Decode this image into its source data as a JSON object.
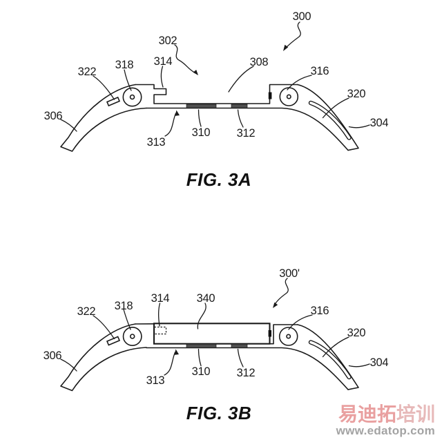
{
  "figures": [
    {
      "caption": "FIG. 3A",
      "labels": [
        {
          "text": "300"
        },
        {
          "text": "302"
        },
        {
          "text": "308"
        },
        {
          "text": "314"
        },
        {
          "text": "318"
        },
        {
          "text": "322"
        },
        {
          "text": "316"
        },
        {
          "text": "320"
        },
        {
          "text": "304"
        },
        {
          "text": "306"
        },
        {
          "text": "313"
        },
        {
          "text": "310"
        },
        {
          "text": "312"
        }
      ]
    },
    {
      "caption": "FIG. 3B",
      "labels": [
        {
          "text": "300'"
        },
        {
          "text": "314"
        },
        {
          "text": "340"
        },
        {
          "text": "318"
        },
        {
          "text": "322"
        },
        {
          "text": "316"
        },
        {
          "text": "320"
        },
        {
          "text": "304"
        },
        {
          "text": "306"
        },
        {
          "text": "313"
        },
        {
          "text": "310"
        },
        {
          "text": "312"
        }
      ]
    }
  ],
  "watermark": {
    "brand_cjk_primary": "易迪拓",
    "brand_cjk_secondary": "培训",
    "url": "www.edatop.com",
    "color_primary": "#e9a0a0",
    "color_secondary": "#e7b9b9",
    "url_color": "#a3a3a3"
  },
  "colors": {
    "line": "#1a1a1a",
    "bar_fill": "#4f4f4f",
    "background": "#ffffff"
  }
}
